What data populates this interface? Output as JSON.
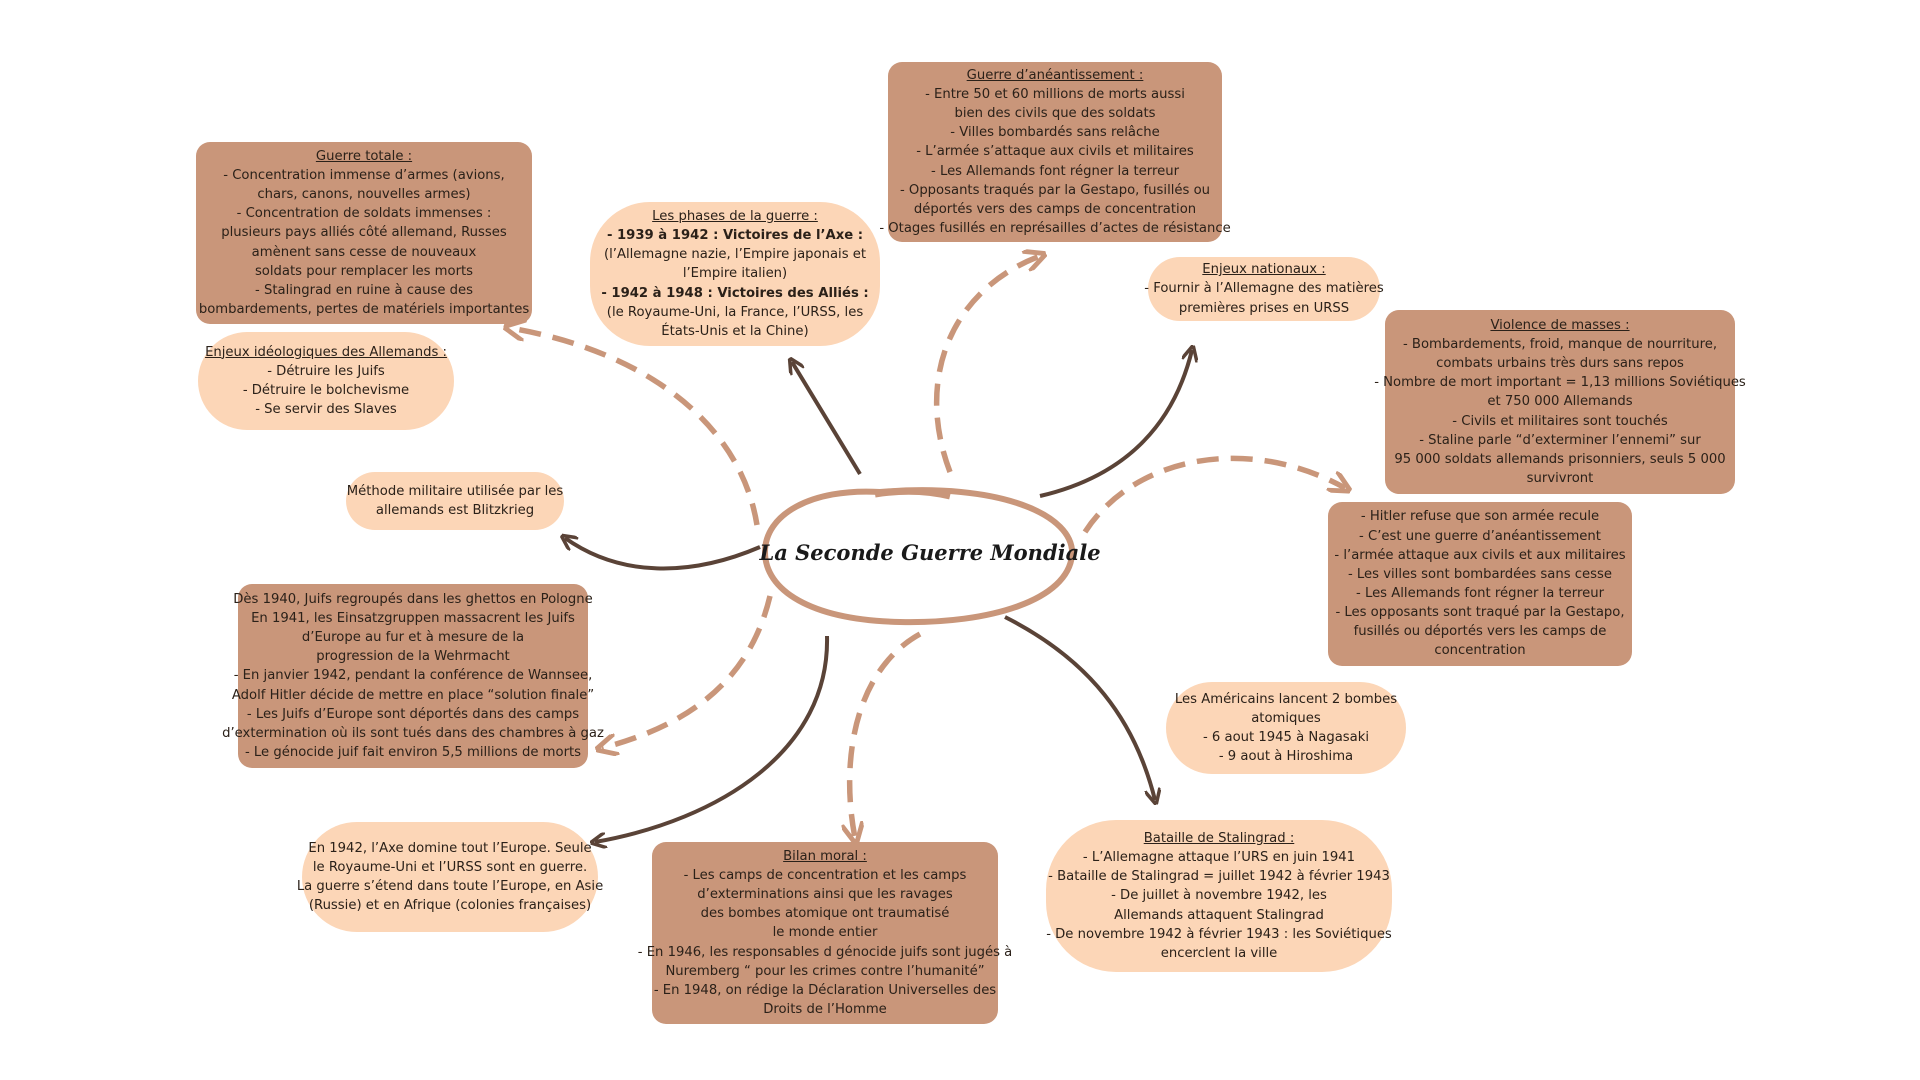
{
  "center": {
    "title": "La Seconde Guerre Mondiale"
  },
  "colors": {
    "dark_box": "#c9967a",
    "light_box": "#fcd6b7",
    "solid_arrow": "#5a4337",
    "dashed_arrow": "#c9967a"
  },
  "nodes": [
    {
      "id": "guerre-totale",
      "title": "Guerre totale :",
      "lines": [
        "- Concentration immense d’armes (avions,",
        "chars, canons, nouvelles armes)",
        "- Concentration de soldats immenses :",
        "plusieurs pays alliés côté allemand, Russes",
        "amènent sans cesse de nouveaux",
        "soldats pour remplacer les morts",
        "- Stalingrad en ruine à cause des",
        "bombardements, pertes de matériels importantes"
      ]
    },
    {
      "id": "phases-guerre",
      "title": "Les phases de la guerre :",
      "lines": [
        "- 1939 à 1942 : Victoires de l’Axe :",
        "(l’Allemagne nazie, l’Empire japonais et",
        "l’Empire italien)",
        "- 1942 à 1948 : Victoires des Alliés :",
        "(le Royaume-Uni, la France, l’URSS, les",
        "États-Unis et la Chine)"
      ]
    },
    {
      "id": "guerre-aneantissement",
      "title": "Guerre d’anéantissement :",
      "lines": [
        "- Entre 50 et 60 millions de morts aussi",
        "bien des civils que des soldats",
        "- Villes bombardés sans relâche",
        "- L’armée s’attaque aux civils et militaires",
        "- Les Allemands font régner la terreur",
        "- Opposants traqués par la Gestapo, fusillés ou",
        "déportés vers des camps de concentration",
        "- Otages fusillés en représailles d’actes de résistance"
      ]
    },
    {
      "id": "enjeux-nationaux",
      "title": "Enjeux nationaux :",
      "lines": [
        "- Fournir à l’Allemagne des matières",
        "premières prises en URSS"
      ]
    },
    {
      "id": "violence-masses",
      "title": "Violence de masses :",
      "lines": [
        "- Bombardements, froid, manque de nourriture,",
        "combats urbains très durs sans repos",
        "- Nombre de mort important = 1,13 millions Soviétiques",
        "et 750 000 Allemands",
        "- Civils et militaires sont touchés",
        "- Staline parle “d’exterminer l’ennemi” sur",
        "95 000 soldats allemands prisonniers, seuls 5 000",
        "survivront"
      ]
    },
    {
      "id": "enjeux-ideologiques",
      "title": "Enjeux idéologiques des Allemands :",
      "lines": [
        "- Détruire les Juifs",
        "- Détruire le bolchevisme",
        "- Se servir des Slaves"
      ]
    },
    {
      "id": "blitzkrieg",
      "title": "",
      "lines": [
        "Méthode militaire utilisée par les",
        "allemands est Blitzkrieg"
      ]
    },
    {
      "id": "hitler-refuse",
      "title": "",
      "lines": [
        "- Hitler refuse que son armée recule",
        "- C’est une guerre d’anéantissement",
        "- l’armée attaque aux civils et aux militaires",
        "- Les villes sont bombardées sans cesse",
        "- Les Allemands font régner la terreur",
        "- Les opposants sont traqué par la Gestapo,",
        "fusillés ou déportés vers les camps de",
        "concentration"
      ]
    },
    {
      "id": "genocide",
      "title": "",
      "lines": [
        "Dès 1940, Juifs regroupés dans les ghettos en Pologne",
        "En 1941, les Einsatzgruppen massacrent les Juifs",
        "d’Europe au fur et à mesure de la",
        "progression de la Wehrmacht",
        "- En janvier 1942, pendant la conférence de Wannsee,",
        "Adolf Hitler décide de mettre en place “solution finale”",
        "- Les Juifs d’Europe sont déportés dans des camps",
        "d’extermination où ils sont tués dans des chambres à gaz",
        "- Le génocide juif fait environ 5,5 millions de morts"
      ]
    },
    {
      "id": "bombes-atomiques",
      "title": "",
      "lines": [
        "Les Américains lancent 2 bombes",
        "atomiques",
        "- 6 aout 1945 à Nagasaki",
        "- 9 aout à Hiroshima"
      ]
    },
    {
      "id": "axe-domine",
      "title": "",
      "lines": [
        "En 1942, l’Axe domine tout l’Europe. Seule",
        "le Royaume-Uni et l’URSS sont en guerre.",
        "La guerre s’étend dans toute l’Europe, en Asie",
        "(Russie) et en Afrique (colonies françaises)"
      ]
    },
    {
      "id": "bilan-moral",
      "title": "Bilan moral :",
      "lines": [
        "- Les camps de concentration et les camps",
        "d’exterminations ainsi que les ravages",
        "des bombes atomique ont traumatisé",
        "le monde entier",
        "- En 1946, les responsables d génocide juifs sont jugés à",
        "Nuremberg “ pour les crimes contre l’humanité”",
        "- En 1948, on rédige la Déclaration Universelles des",
        "Droits de l’Homme"
      ]
    },
    {
      "id": "bataille-stalingrad",
      "title": "Bataille de Stalingrad :",
      "lines": [
        "- L’Allemagne attaque l’URS en juin 1941",
        "- Bataille de Stalingrad = juillet 1942 à février 1943",
        "- De juillet à novembre 1942, les",
        "Allemands attaquent Stalingrad",
        "- De novembre 1942 à février 1943 : les Soviétiques",
        "encerclent la ville"
      ]
    }
  ]
}
